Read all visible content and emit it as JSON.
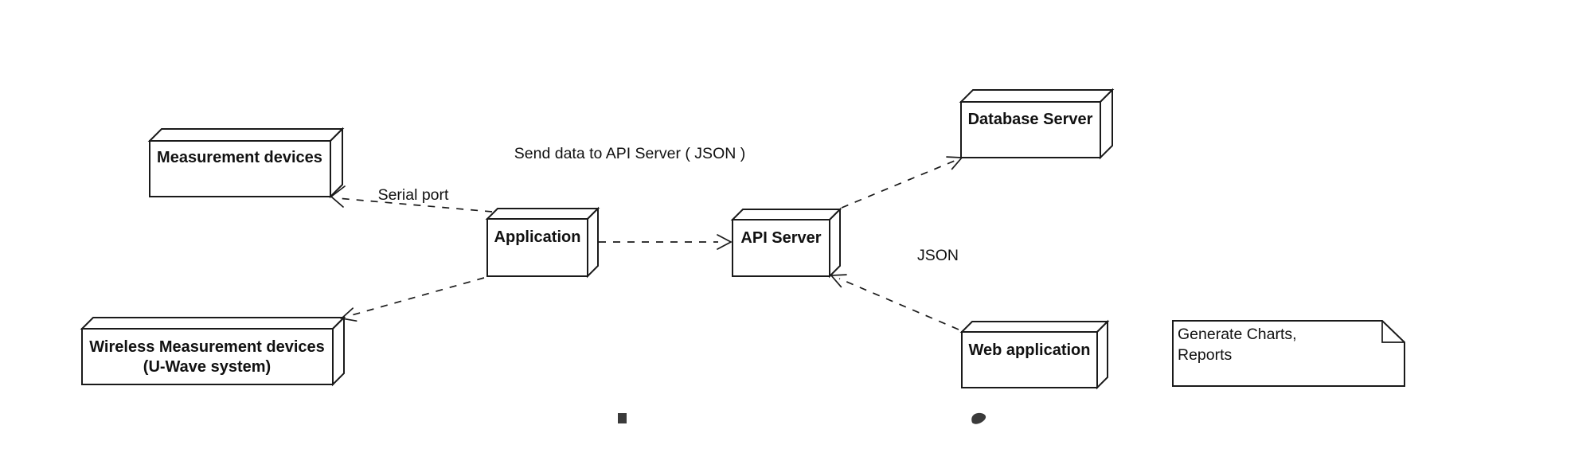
{
  "diagram": {
    "type": "uml-deployment-diagram",
    "colors": {
      "background": "#ffffff",
      "stroke": "#1a1a1a",
      "node_fill": "#ffffff",
      "artifact": "#3a3a3a"
    },
    "nodes": [
      {
        "id": "measurement-devices",
        "label": "Measurement devices"
      },
      {
        "id": "wireless-measurement-devices",
        "label": "Wireless Measurement devices",
        "label_line2": "(U-Wave system)"
      },
      {
        "id": "application",
        "label": "Application"
      },
      {
        "id": "api-server",
        "label": "API Server"
      },
      {
        "id": "database-server",
        "label": "Database Server"
      },
      {
        "id": "web-application",
        "label": "Web application"
      }
    ],
    "edges": [
      {
        "from": "application",
        "to": "measurement-devices",
        "label": "Serial port",
        "style": "dashed, open arrowhead"
      },
      {
        "from": "application",
        "to": "wireless-measurement-devices",
        "label": "",
        "style": "dashed, open arrowhead"
      },
      {
        "from": "application",
        "to": "api-server",
        "label": "Send data to API Server ( JSON )",
        "style": "dashed, open arrowhead"
      },
      {
        "from": "api-server",
        "to": "database-server",
        "label": "",
        "style": "dashed, open arrowhead"
      },
      {
        "from": "web-application",
        "to": "api-server",
        "label": "JSON",
        "style": "dashed, open arrowhead"
      }
    ],
    "note": {
      "lines": [
        "Generate Charts,",
        "Reports"
      ]
    }
  }
}
